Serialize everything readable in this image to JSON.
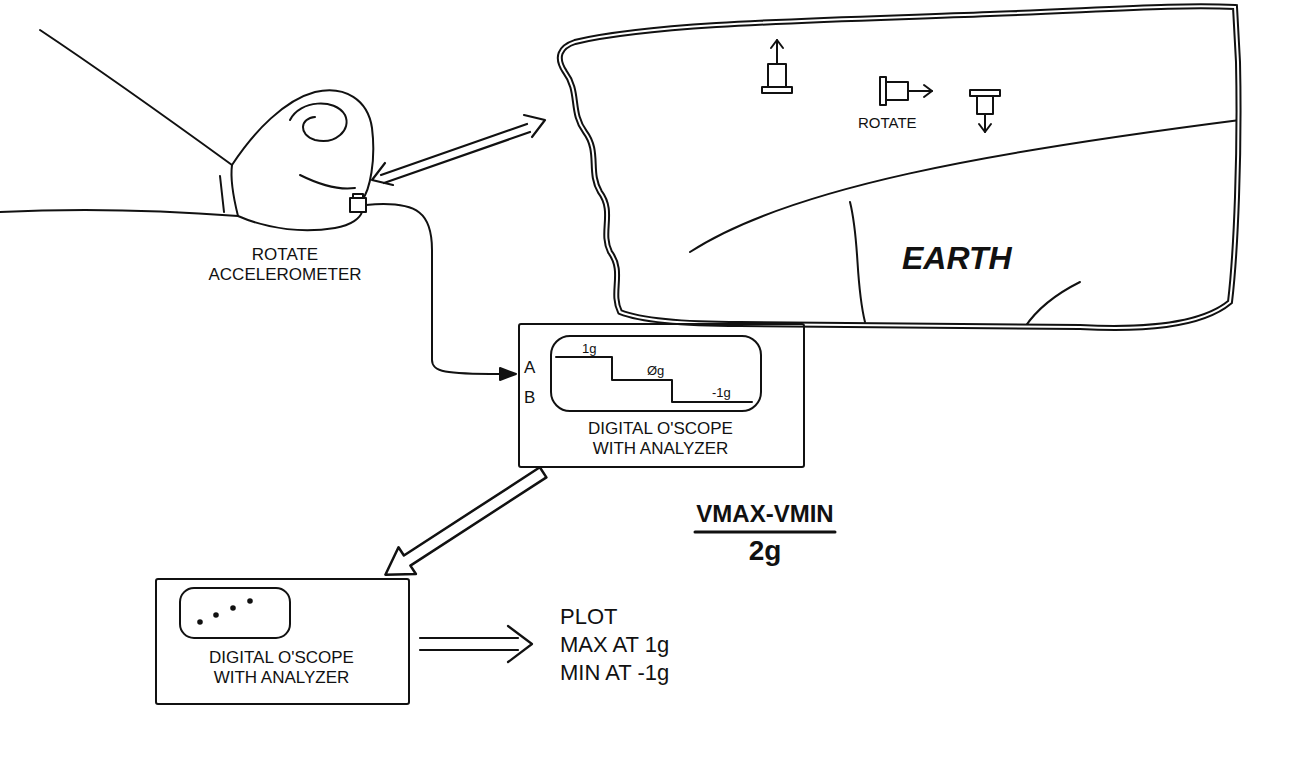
{
  "diagram": {
    "nodes": [
      {
        "text": [
          "ROTATE",
          "EARTH"
        ]
      },
      {
        "text": [
          "DIGITAL O'SCOPE WITH ANALYZER"
        ]
      },
      {
        "text": [
          "1g",
          "Øg",
          "-1g"
        ],
        "in": 1
      },
      {
        "text": [
          "DIGITAL O'SCOPE WITH ANALYZER"
        ]
      }
    ],
    "edges": [
      {
        "from": 1,
        "to": 3,
        "arrow": "to"
      }
    ],
    "labels": [
      "ROTATE ACCELEROMETER",
      "A",
      "B",
      "VMAX-VMIN",
      "2g",
      "PLOT",
      "MAX AT 1g",
      "MIN AT -1g"
    ]
  }
}
